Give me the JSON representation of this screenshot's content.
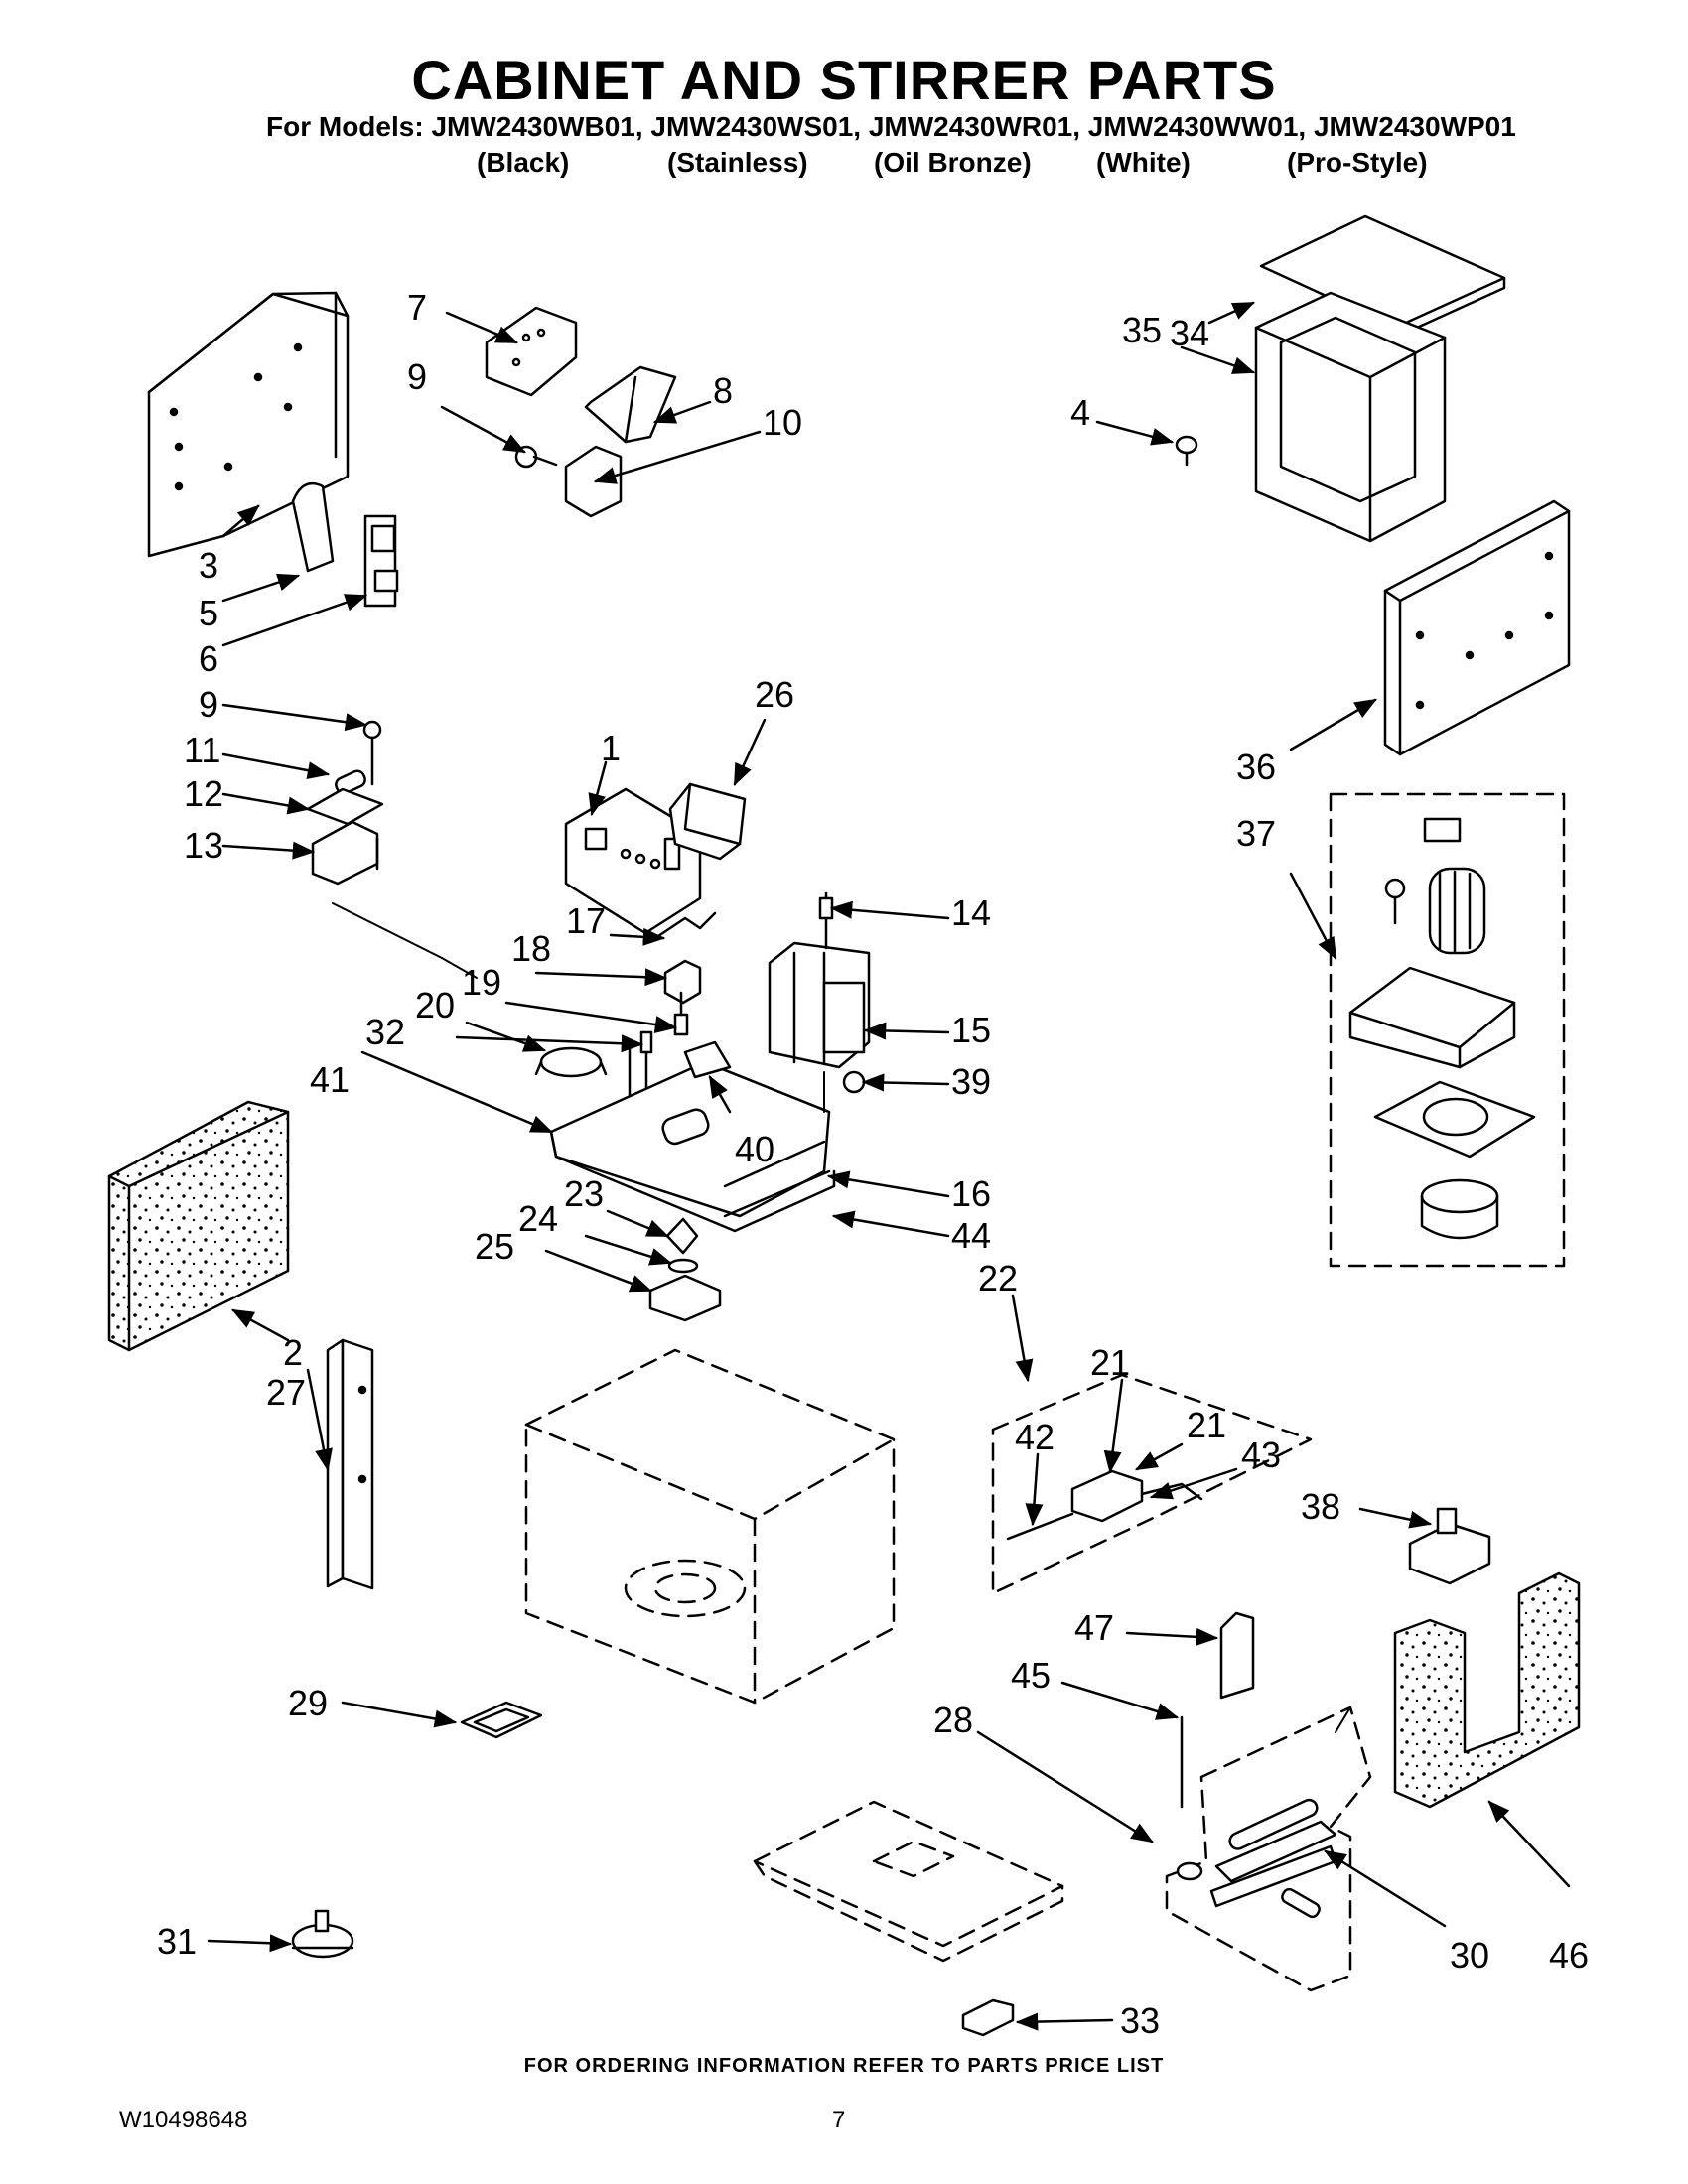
{
  "header": {
    "title": "CABINET AND STIRRER PARTS",
    "models_line": "For Models: JMW2430WB01, JMW2430WS01, JMW2430WR01, JMW2430WW01, JMW2430WP01",
    "colors": [
      "(Black)",
      "(Stainless)",
      "(Oil Bronze)",
      "(White)",
      "(Pro-Style)"
    ]
  },
  "callouts": [
    "7",
    "9",
    "8",
    "10",
    "3",
    "5",
    "6",
    "9",
    "11",
    "12",
    "13",
    "26",
    "1",
    "17",
    "14",
    "18",
    "19",
    "20",
    "32",
    "41",
    "15",
    "39",
    "40",
    "16",
    "44",
    "23",
    "24",
    "25",
    "2",
    "27",
    "22",
    "21",
    "21",
    "42",
    "43",
    "38",
    "29",
    "47",
    "45",
    "28",
    "31",
    "30",
    "33",
    "34",
    "35",
    "4",
    "36",
    "37",
    "46"
  ],
  "footer": {
    "note": "FOR ORDERING INFORMATION REFER TO PARTS PRICE LIST",
    "doc_number": "W10498648",
    "page_number": "7"
  }
}
